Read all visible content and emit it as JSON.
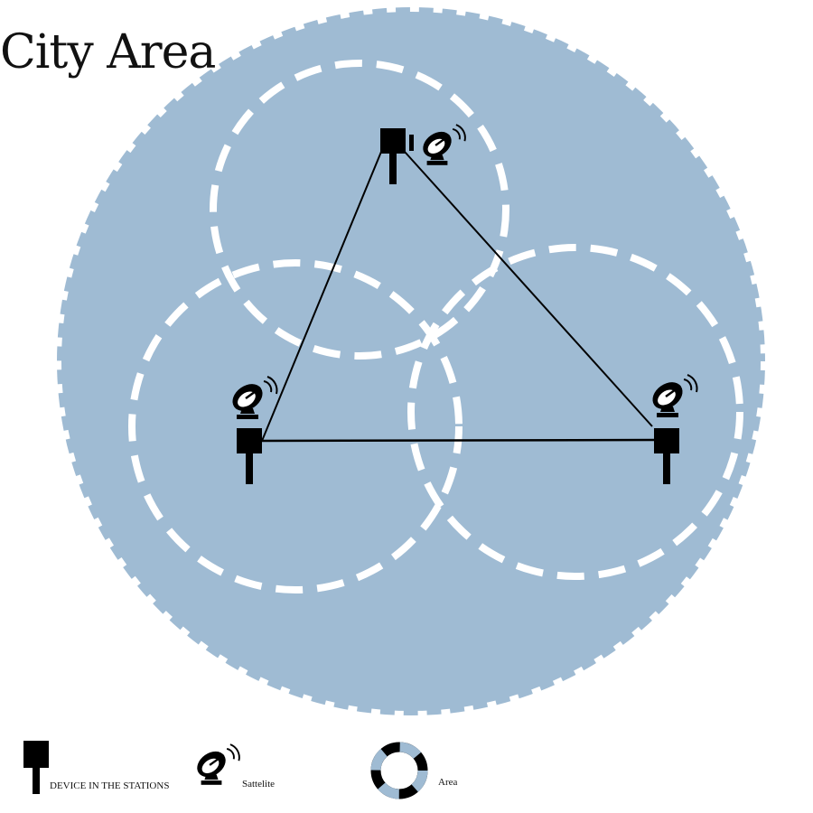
{
  "title": "City Area",
  "colors": {
    "area_fill": "#9fbbd3",
    "area_dash": "#ffffff",
    "device": "#000000",
    "link": "#000000"
  },
  "stations": [
    {
      "id": "station-top",
      "icon": "satellite-dish-icon",
      "device": "device-tower-icon"
    },
    {
      "id": "station-left",
      "icon": "satellite-dish-icon",
      "device": "device-tower-icon"
    },
    {
      "id": "station-right",
      "icon": "satellite-dish-icon",
      "device": "device-tower-icon"
    }
  ],
  "links": [
    [
      "station-top",
      "station-left"
    ],
    [
      "station-top",
      "station-right"
    ],
    [
      "station-left",
      "station-right"
    ]
  ],
  "legend": {
    "device_label": "DEVICE IN THE STATIONS",
    "device_icon": "device-tower-icon",
    "satellite_label": "Sattelite",
    "satellite_icon": "satellite-dish-icon",
    "area_label": "Area",
    "area_icon": "area-ring-icon"
  }
}
